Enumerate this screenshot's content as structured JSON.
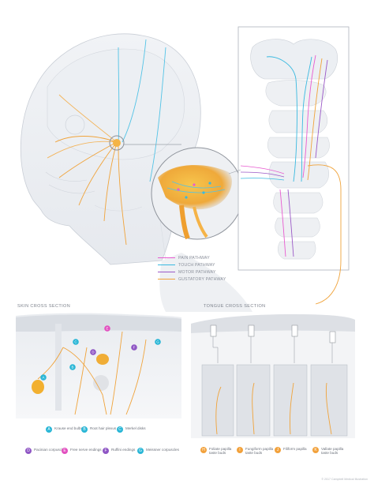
{
  "pathways": [
    {
      "label": "PAIN PATHWAY",
      "color": "#e85bd0"
    },
    {
      "label": "TOUCH PATHWAY",
      "color": "#39b9e0"
    },
    {
      "label": "MOTOR PATHWAY",
      "color": "#9b59c7"
    },
    {
      "label": "GUSTATORY PATHWAY",
      "color": "#f0a33a"
    }
  ],
  "skin_section": {
    "title": "SKIN CROSS SECTION",
    "items": [
      {
        "letter": "A",
        "text": "Krause end bulbs",
        "color": "#29b6d6"
      },
      {
        "letter": "B",
        "text": "Root hair plexus",
        "color": "#29b6d6"
      },
      {
        "letter": "C",
        "text": "Merkel disks",
        "color": "#29b6d6"
      },
      {
        "letter": "D",
        "text": "Pacinian corpuscles",
        "color": "#8e55c4"
      },
      {
        "letter": "E",
        "text": "Free nerve endings",
        "color": "#e24fbf"
      },
      {
        "letter": "F",
        "text": "Ruffini endings",
        "color": "#8e55c4"
      },
      {
        "letter": "G",
        "text": "Meissner corpuscles",
        "color": "#29b6d6"
      }
    ]
  },
  "tongue_section": {
    "title": "TONGUE CROSS SECTION",
    "items": [
      {
        "letter": "H",
        "text": "Foliate papilla taste buds",
        "color": "#f2a13b"
      },
      {
        "letter": "I",
        "text": "Fungiform papilla taste buds",
        "color": "#f2a13b"
      },
      {
        "letter": "J",
        "text": "Filiform papilla",
        "color": "#f2a13b"
      },
      {
        "letter": "K",
        "text": "Vallate papilla taste buds",
        "color": "#f2a13b"
      }
    ]
  },
  "copyright": "© 2017 Campbell Medical Illustration"
}
